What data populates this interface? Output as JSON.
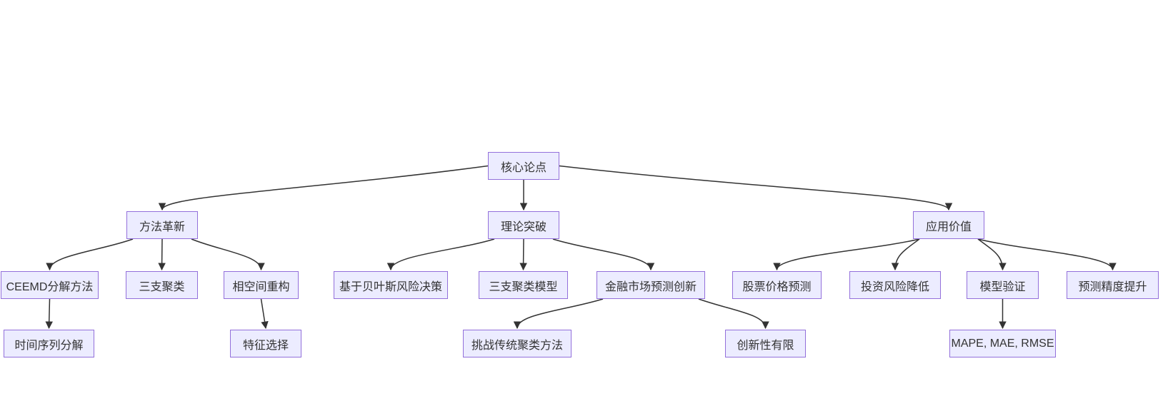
{
  "diagram": {
    "type": "flowchart-tree",
    "nodes": [
      {
        "id": "hexin",
        "label": "核心论点"
      },
      {
        "id": "fangfa",
        "label": "方法革新"
      },
      {
        "id": "lilun",
        "label": "理论突破"
      },
      {
        "id": "yingyong",
        "label": "应用价值"
      },
      {
        "id": "ceemd",
        "label": "CEEMD分解方法"
      },
      {
        "id": "sanzhi",
        "label": "三支聚类"
      },
      {
        "id": "xiangkongjian",
        "label": "相空间重构"
      },
      {
        "id": "bayes",
        "label": "基于贝叶斯风险决策"
      },
      {
        "id": "sanzhimoxing",
        "label": "三支聚类模型"
      },
      {
        "id": "jinrong",
        "label": "金融市场预测创新"
      },
      {
        "id": "gupiao",
        "label": "股票价格预测"
      },
      {
        "id": "touzi",
        "label": "投资风险降低"
      },
      {
        "id": "moxingyanzheng",
        "label": "模型验证"
      },
      {
        "id": "yucejingdu",
        "label": "预测精度提升"
      },
      {
        "id": "shijianxulie",
        "label": "时间序列分解"
      },
      {
        "id": "tezheng",
        "label": "特征选择"
      },
      {
        "id": "tiaozhan",
        "label": "挑战传统聚类方法"
      },
      {
        "id": "chuangxin",
        "label": "创新性有限"
      },
      {
        "id": "mape",
        "label": "MAPE, MAE, RMSE"
      }
    ],
    "edges": [
      {
        "from": "hexin",
        "to": "fangfa"
      },
      {
        "from": "hexin",
        "to": "lilun"
      },
      {
        "from": "hexin",
        "to": "yingyong"
      },
      {
        "from": "fangfa",
        "to": "ceemd"
      },
      {
        "from": "fangfa",
        "to": "sanzhi"
      },
      {
        "from": "fangfa",
        "to": "xiangkongjian"
      },
      {
        "from": "lilun",
        "to": "bayes"
      },
      {
        "from": "lilun",
        "to": "sanzhimoxing"
      },
      {
        "from": "lilun",
        "to": "jinrong"
      },
      {
        "from": "yingyong",
        "to": "gupiao"
      },
      {
        "from": "yingyong",
        "to": "touzi"
      },
      {
        "from": "yingyong",
        "to": "moxingyanzheng"
      },
      {
        "from": "yingyong",
        "to": "yucejingdu"
      },
      {
        "from": "ceemd",
        "to": "shijianxulie"
      },
      {
        "from": "xiangkongjian",
        "to": "tezheng"
      },
      {
        "from": "jinrong",
        "to": "tiaozhan"
      },
      {
        "from": "jinrong",
        "to": "chuangxin"
      },
      {
        "from": "moxingyanzheng",
        "to": "mape"
      }
    ]
  },
  "colors": {
    "node_fill": "#ECECFF",
    "node_border": "#9370DB",
    "edge": "#333333",
    "text": "#333333",
    "background": "#ffffff"
  }
}
